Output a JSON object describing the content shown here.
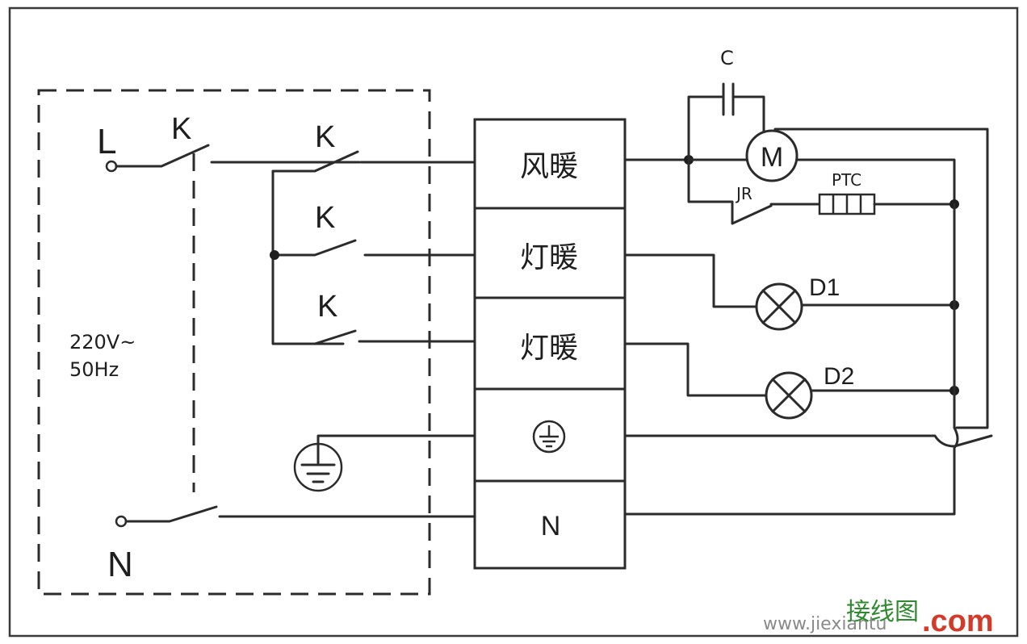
{
  "supply": {
    "line_label": "L",
    "neutral_label": "N",
    "voltage_line1": "220V~",
    "voltage_line2": "50Hz"
  },
  "switches": {
    "main_label": "K",
    "fan_label": "K",
    "lamp1_label": "K",
    "lamp2_label": "K"
  },
  "terminal_block": {
    "fan": "风暖",
    "lamp1": "灯暖",
    "lamp2": "灯暖",
    "neutral": "N"
  },
  "components": {
    "capacitor": "C",
    "motor": "M",
    "thermal_switch": "JR",
    "ptc": "PTC",
    "lamp1": "D1",
    "lamp2": "D2"
  },
  "watermark": {
    "cn": "接线图",
    "dotcom": ".com",
    "url": "www.jiexiantu"
  },
  "colors": {
    "ink": "#2b2b2b",
    "frame": "#3a3a3a",
    "watermark_green": "#2f8a2f",
    "watermark_red": "#d23a2a"
  }
}
